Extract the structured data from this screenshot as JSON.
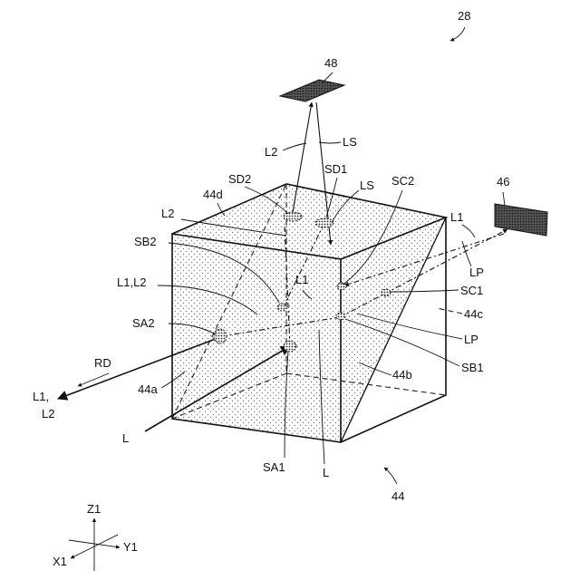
{
  "figure": {
    "fig_ref": "28",
    "prism_ref": "44",
    "sensor_top_ref": "48",
    "sensor_right_ref": "46",
    "faces": {
      "a": "44a",
      "b": "44b",
      "c": "44c",
      "d": "44d"
    },
    "spots": {
      "SA1": "SA1",
      "SA2": "SA2",
      "SB1": "SB1",
      "SB2": "SB2",
      "SC1": "SC1",
      "SC2": "SC2",
      "SD1": "SD1",
      "SD2": "SD2"
    },
    "beams": {
      "L_in": "L",
      "L_bottom": "L",
      "L1_right": "L1",
      "LP_upper": "LP",
      "LP_lower": "LP",
      "L2_top": "L2",
      "LS_top": "LS",
      "LS_mid": "LS",
      "L2_left": "L2",
      "L1L2": "L1,L2",
      "L1_mid": "L1",
      "RD": "RD",
      "out_line1": "L1,",
      "out_line2": "L2"
    },
    "axes": {
      "z": "Z1",
      "x": "X1",
      "y": "Y1"
    }
  }
}
